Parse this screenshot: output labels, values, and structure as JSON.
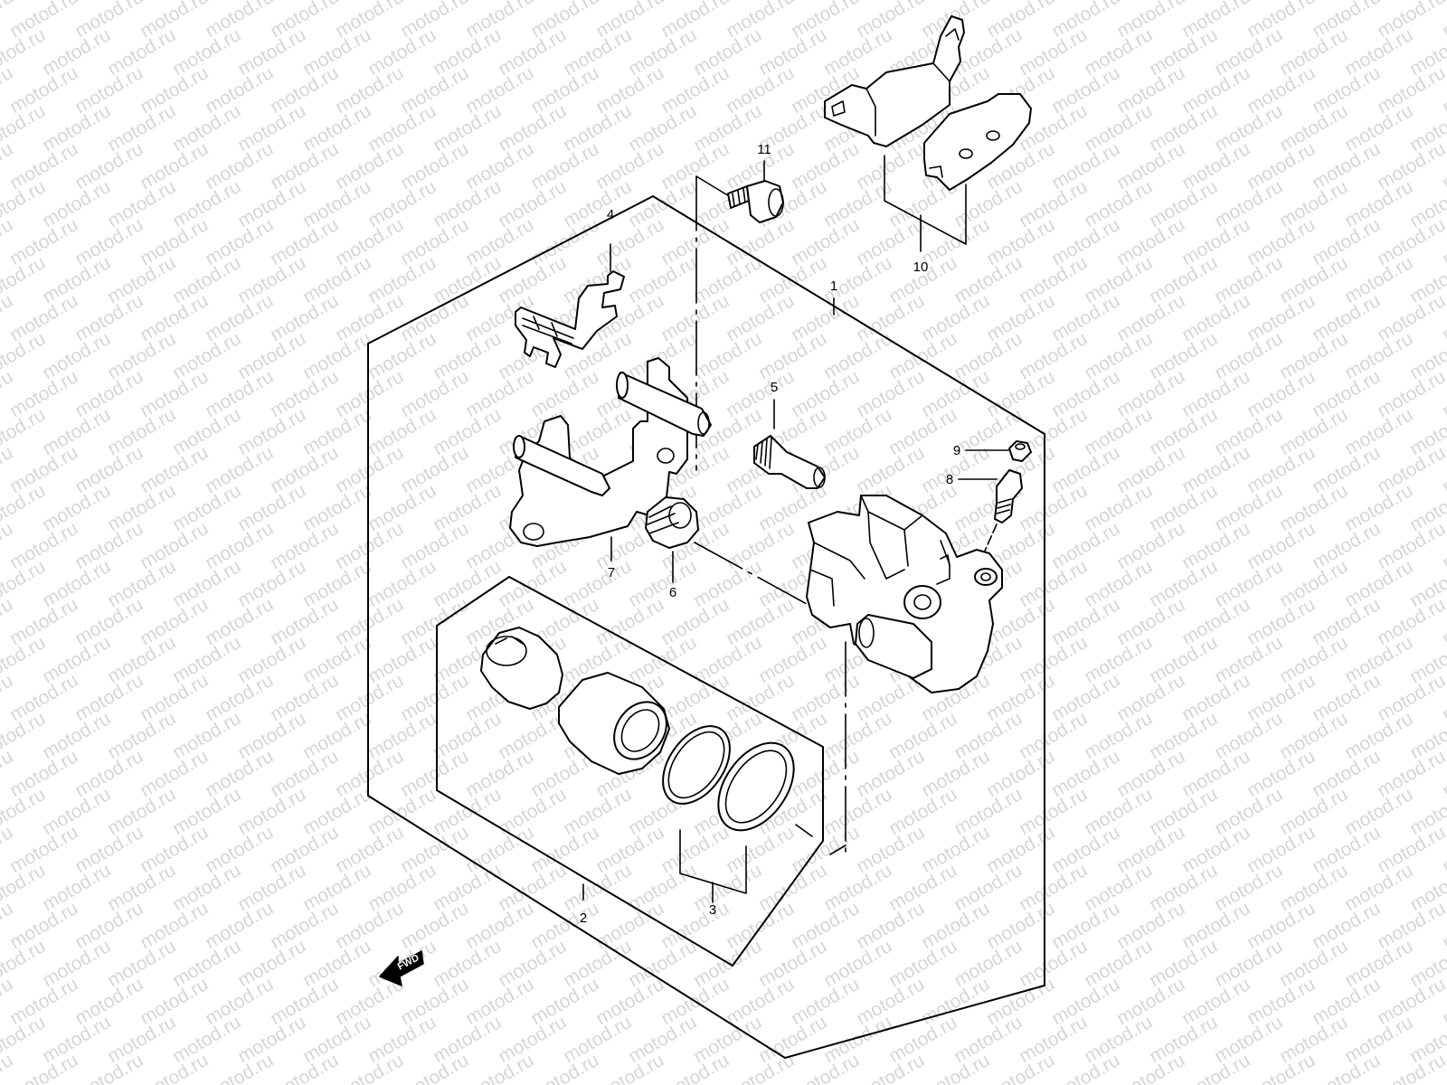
{
  "watermark": "motod.ru",
  "fwd_label": "FWD",
  "callouts": [
    {
      "id": "1",
      "label": "1"
    },
    {
      "id": "2",
      "label": "2"
    },
    {
      "id": "3",
      "label": "3"
    },
    {
      "id": "4",
      "label": "4"
    },
    {
      "id": "5",
      "label": "5"
    },
    {
      "id": "6",
      "label": "6"
    },
    {
      "id": "7",
      "label": "7"
    },
    {
      "id": "8",
      "label": "8"
    },
    {
      "id": "9",
      "label": "9"
    },
    {
      "id": "10",
      "label": "10"
    },
    {
      "id": "11",
      "label": "11"
    }
  ]
}
